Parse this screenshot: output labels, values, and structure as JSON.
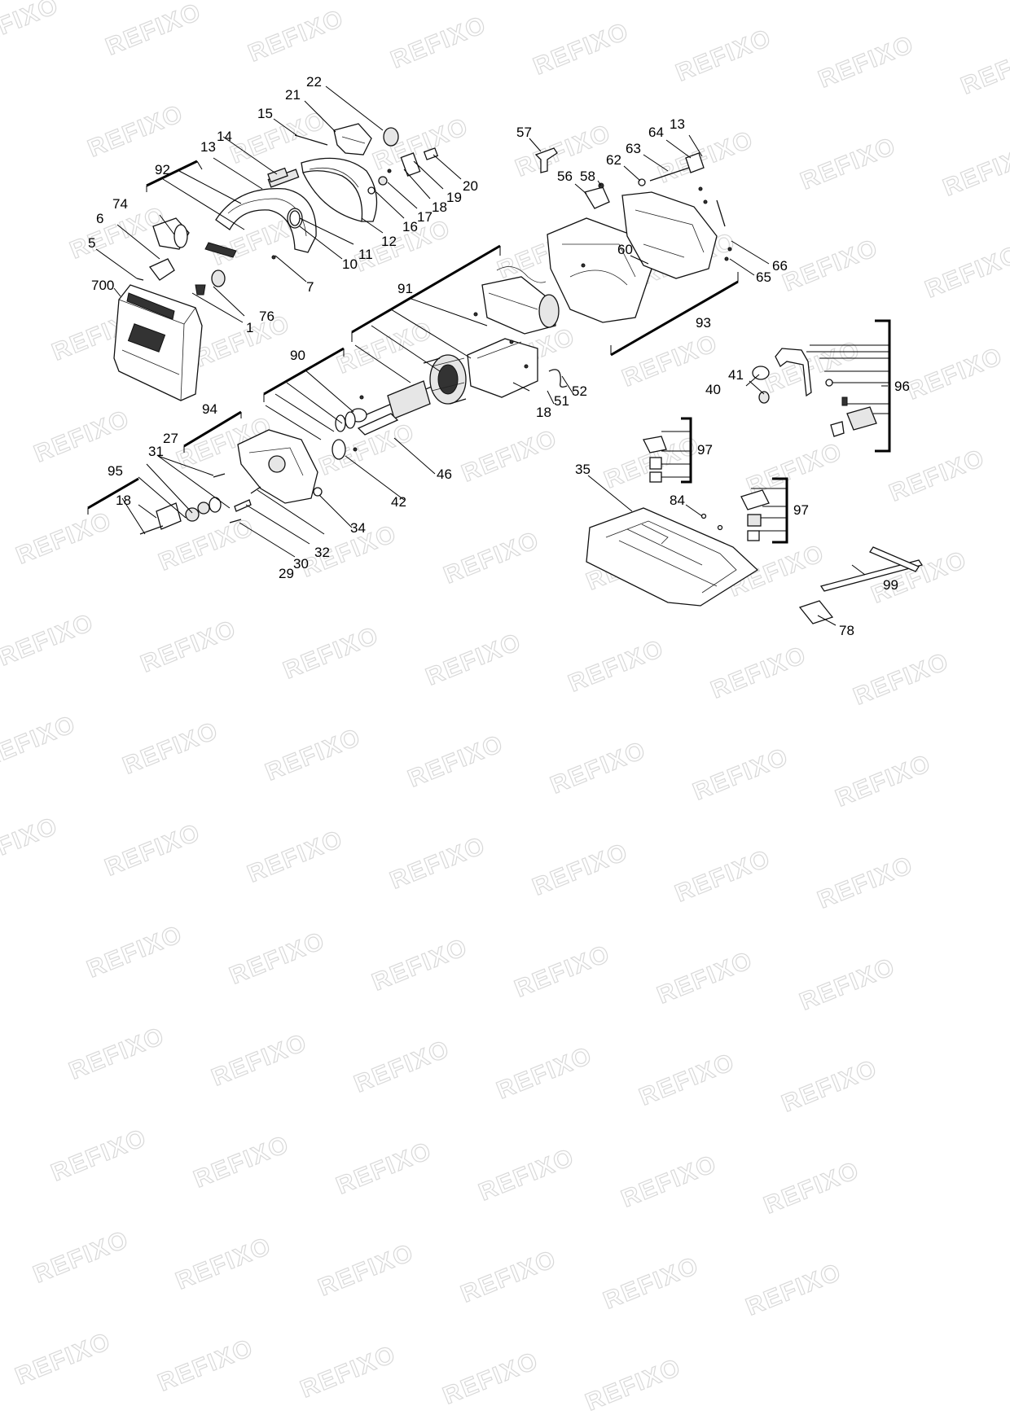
{
  "watermark": "REFIXO",
  "parts": {
    "p1": "1",
    "p5": "5",
    "p6": "6",
    "p7": "7",
    "p10": "10",
    "p11": "11",
    "p12": "12",
    "p13a": "13",
    "p13b": "13",
    "p14": "14",
    "p15": "15",
    "p16": "16",
    "p17": "17",
    "p18a": "18",
    "p18b": "18",
    "p18c": "18",
    "p19": "19",
    "p20": "20",
    "p21": "21",
    "p22": "22",
    "p27": "27",
    "p29": "29",
    "p30": "30",
    "p31": "31",
    "p32": "32",
    "p34": "34",
    "p35": "35",
    "p40": "40",
    "p41": "41",
    "p42": "42",
    "p46": "46",
    "p51": "51",
    "p52": "52",
    "p56": "56",
    "p57": "57",
    "p58": "58",
    "p60": "60",
    "p62": "62",
    "p63": "63",
    "p64": "64",
    "p65": "65",
    "p66": "66",
    "p74": "74",
    "p76": "76",
    "p78": "78",
    "p84": "84",
    "p90": "90",
    "p91": "91",
    "p92": "92",
    "p93": "93",
    "p94": "94",
    "p95": "95",
    "p96": "96",
    "p97a": "97",
    "p97b": "97",
    "p99": "99",
    "p700": "700"
  }
}
